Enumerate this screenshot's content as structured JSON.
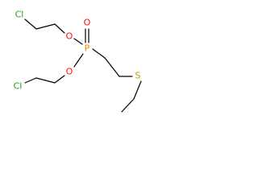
{
  "molecule": {
    "atoms": {
      "cl_top": {
        "symbol": "Cl",
        "color": "#1fa01f"
      },
      "o_left": {
        "symbol": "O",
        "color": "#ff0d0d"
      },
      "p_center": {
        "symbol": "P",
        "color": "#ff8000"
      },
      "o_double": {
        "symbol": "O",
        "color": "#ff0d0d"
      },
      "o_lower": {
        "symbol": "O",
        "color": "#ff0d0d"
      },
      "cl_bottom": {
        "symbol": "Cl",
        "color": "#1fa01f"
      },
      "s_right": {
        "symbol": "S",
        "color": "#b8a000"
      }
    },
    "bond_color": "#000000"
  }
}
